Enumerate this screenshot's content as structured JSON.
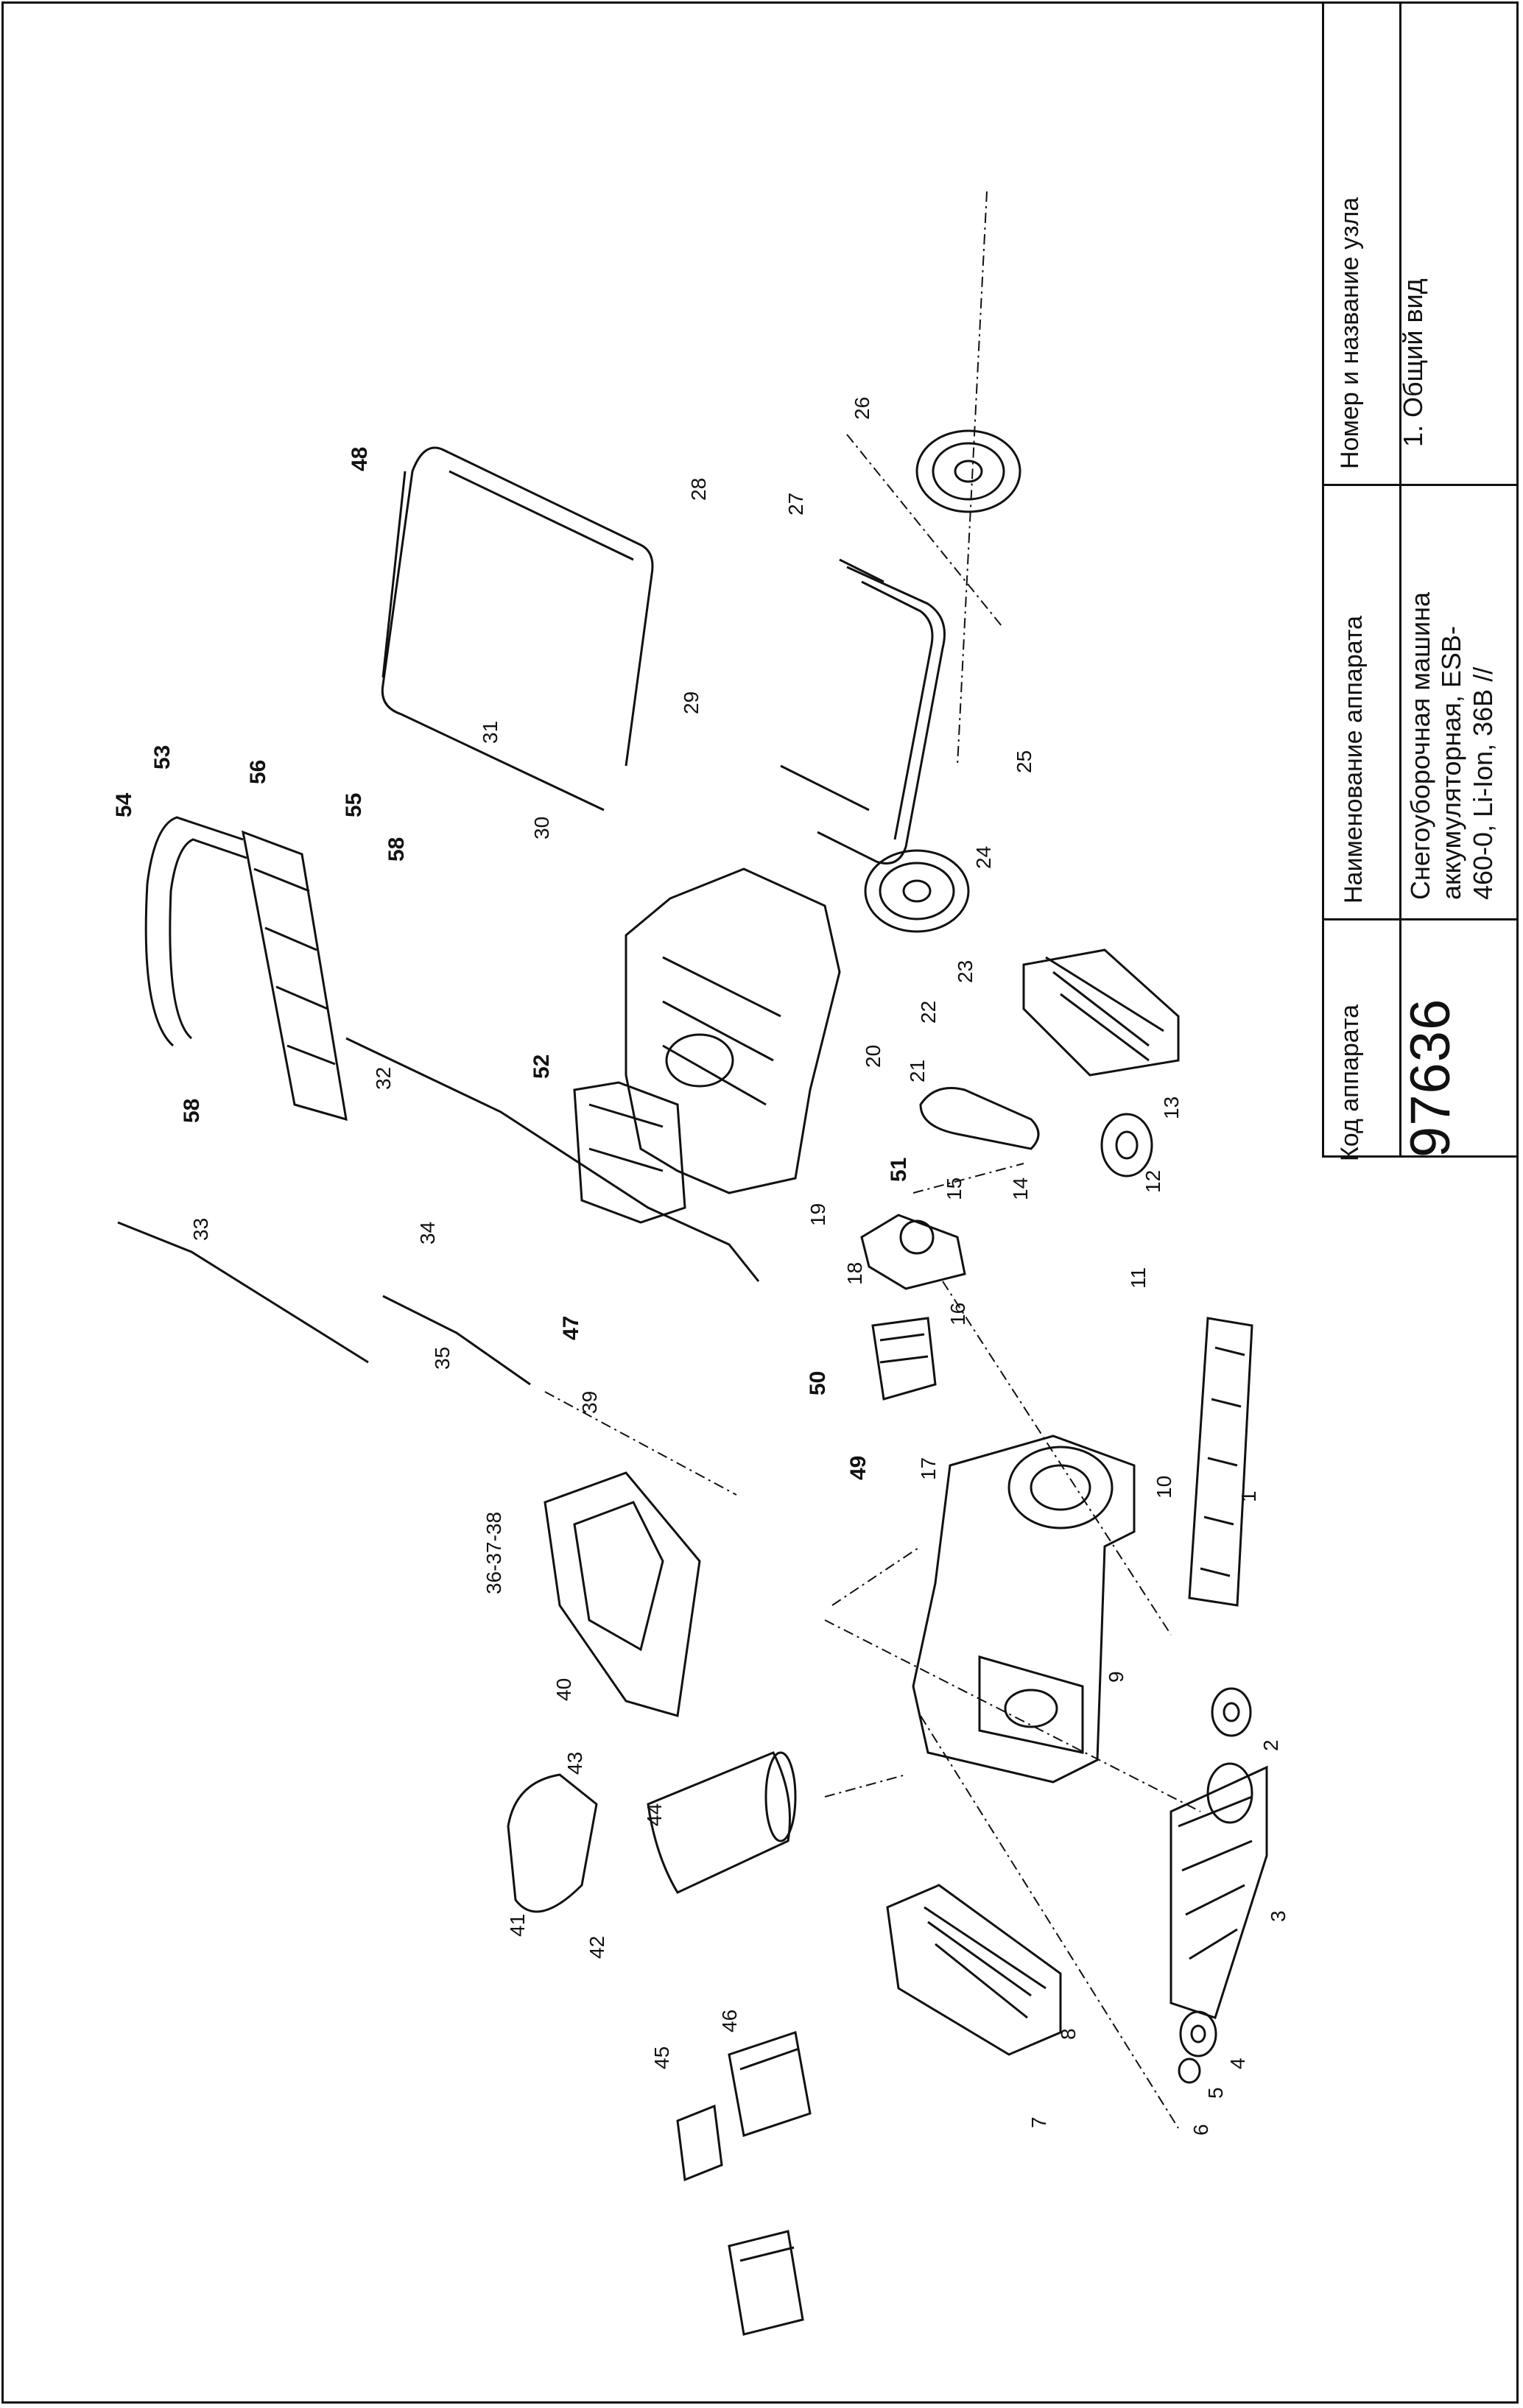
{
  "title_block": {
    "code_header": "Код аппарата",
    "code_value": "97636",
    "name_header": "Наименование аппарата",
    "name_value": "Снегоуборочная машина\nаккумуляторная, ESB-\n460-0, Li-Ion, 36В //",
    "node_header": "Номер и название узла",
    "node_value": "1. Общий вид"
  },
  "callouts": {
    "c1": "1",
    "c2": "2",
    "c3": "3",
    "c4": "4",
    "c5": "5",
    "c6": "6",
    "c7": "7",
    "c8": "8",
    "c9": "9",
    "c10": "10",
    "c11": "11",
    "c12": "12",
    "c13": "13",
    "c14": "14",
    "c15": "15",
    "c16": "16",
    "c17": "17",
    "c18": "18",
    "c19": "19",
    "c20": "20",
    "c21": "21",
    "c22": "22",
    "c23": "23",
    "c24": "24",
    "c25": "25",
    "c26": "26",
    "c27": "27",
    "c28": "28",
    "c29": "29",
    "c30": "30",
    "c31": "31",
    "c32": "32",
    "c33": "33",
    "c34": "34",
    "c35": "35",
    "c36": "36-37-38",
    "c39": "39",
    "c40": "40",
    "c41": "41",
    "c42": "42",
    "c43": "43",
    "c44": "44",
    "c45": "45",
    "c46": "46",
    "c47": "47",
    "c48": "48",
    "c49": "49",
    "c50": "50",
    "c51": "51",
    "c52": "52",
    "c53": "53",
    "c54": "54",
    "c55": "55",
    "c56": "56",
    "c58a": "58",
    "c58b": "58"
  }
}
